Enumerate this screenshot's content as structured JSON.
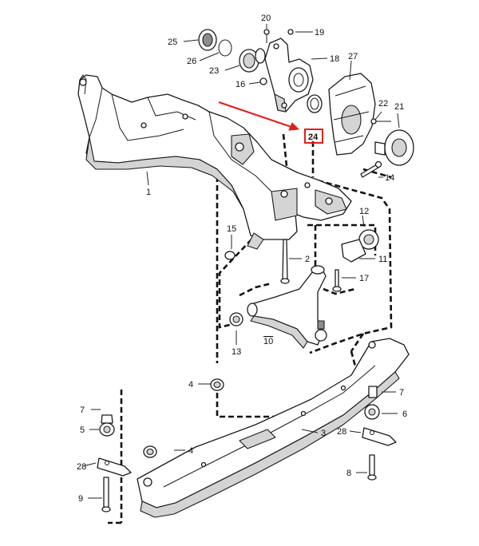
{
  "callouts": [
    {
      "id": "1",
      "label": "1"
    },
    {
      "id": "2",
      "label": "2"
    },
    {
      "id": "3",
      "label": "3"
    },
    {
      "id": "4a",
      "label": "4"
    },
    {
      "id": "4b",
      "label": "4"
    },
    {
      "id": "5",
      "label": "5"
    },
    {
      "id": "6",
      "label": "6"
    },
    {
      "id": "7a",
      "label": "7"
    },
    {
      "id": "7b",
      "label": "7"
    },
    {
      "id": "8",
      "label": "8"
    },
    {
      "id": "9",
      "label": "9"
    },
    {
      "id": "10",
      "label": "10"
    },
    {
      "id": "11",
      "label": "11"
    },
    {
      "id": "12",
      "label": "12"
    },
    {
      "id": "13",
      "label": "13"
    },
    {
      "id": "14",
      "label": "14"
    },
    {
      "id": "15",
      "label": "15"
    },
    {
      "id": "16",
      "label": "16"
    },
    {
      "id": "17",
      "label": "17"
    },
    {
      "id": "18",
      "label": "18"
    },
    {
      "id": "19",
      "label": "19"
    },
    {
      "id": "20",
      "label": "20"
    },
    {
      "id": "21",
      "label": "21"
    },
    {
      "id": "22",
      "label": "22"
    },
    {
      "id": "23",
      "label": "23"
    },
    {
      "id": "24",
      "label": "24"
    },
    {
      "id": "25",
      "label": "25"
    },
    {
      "id": "26",
      "label": "26"
    },
    {
      "id": "27",
      "label": "27"
    },
    {
      "id": "28a",
      "label": "28"
    },
    {
      "id": "28b",
      "label": "28"
    }
  ],
  "highlight": {
    "callout": "24",
    "color": "#e0201b"
  },
  "colors": {
    "line": "#1a1a1a",
    "shade": "#d4d4d4",
    "highlight": "#e0201b"
  }
}
